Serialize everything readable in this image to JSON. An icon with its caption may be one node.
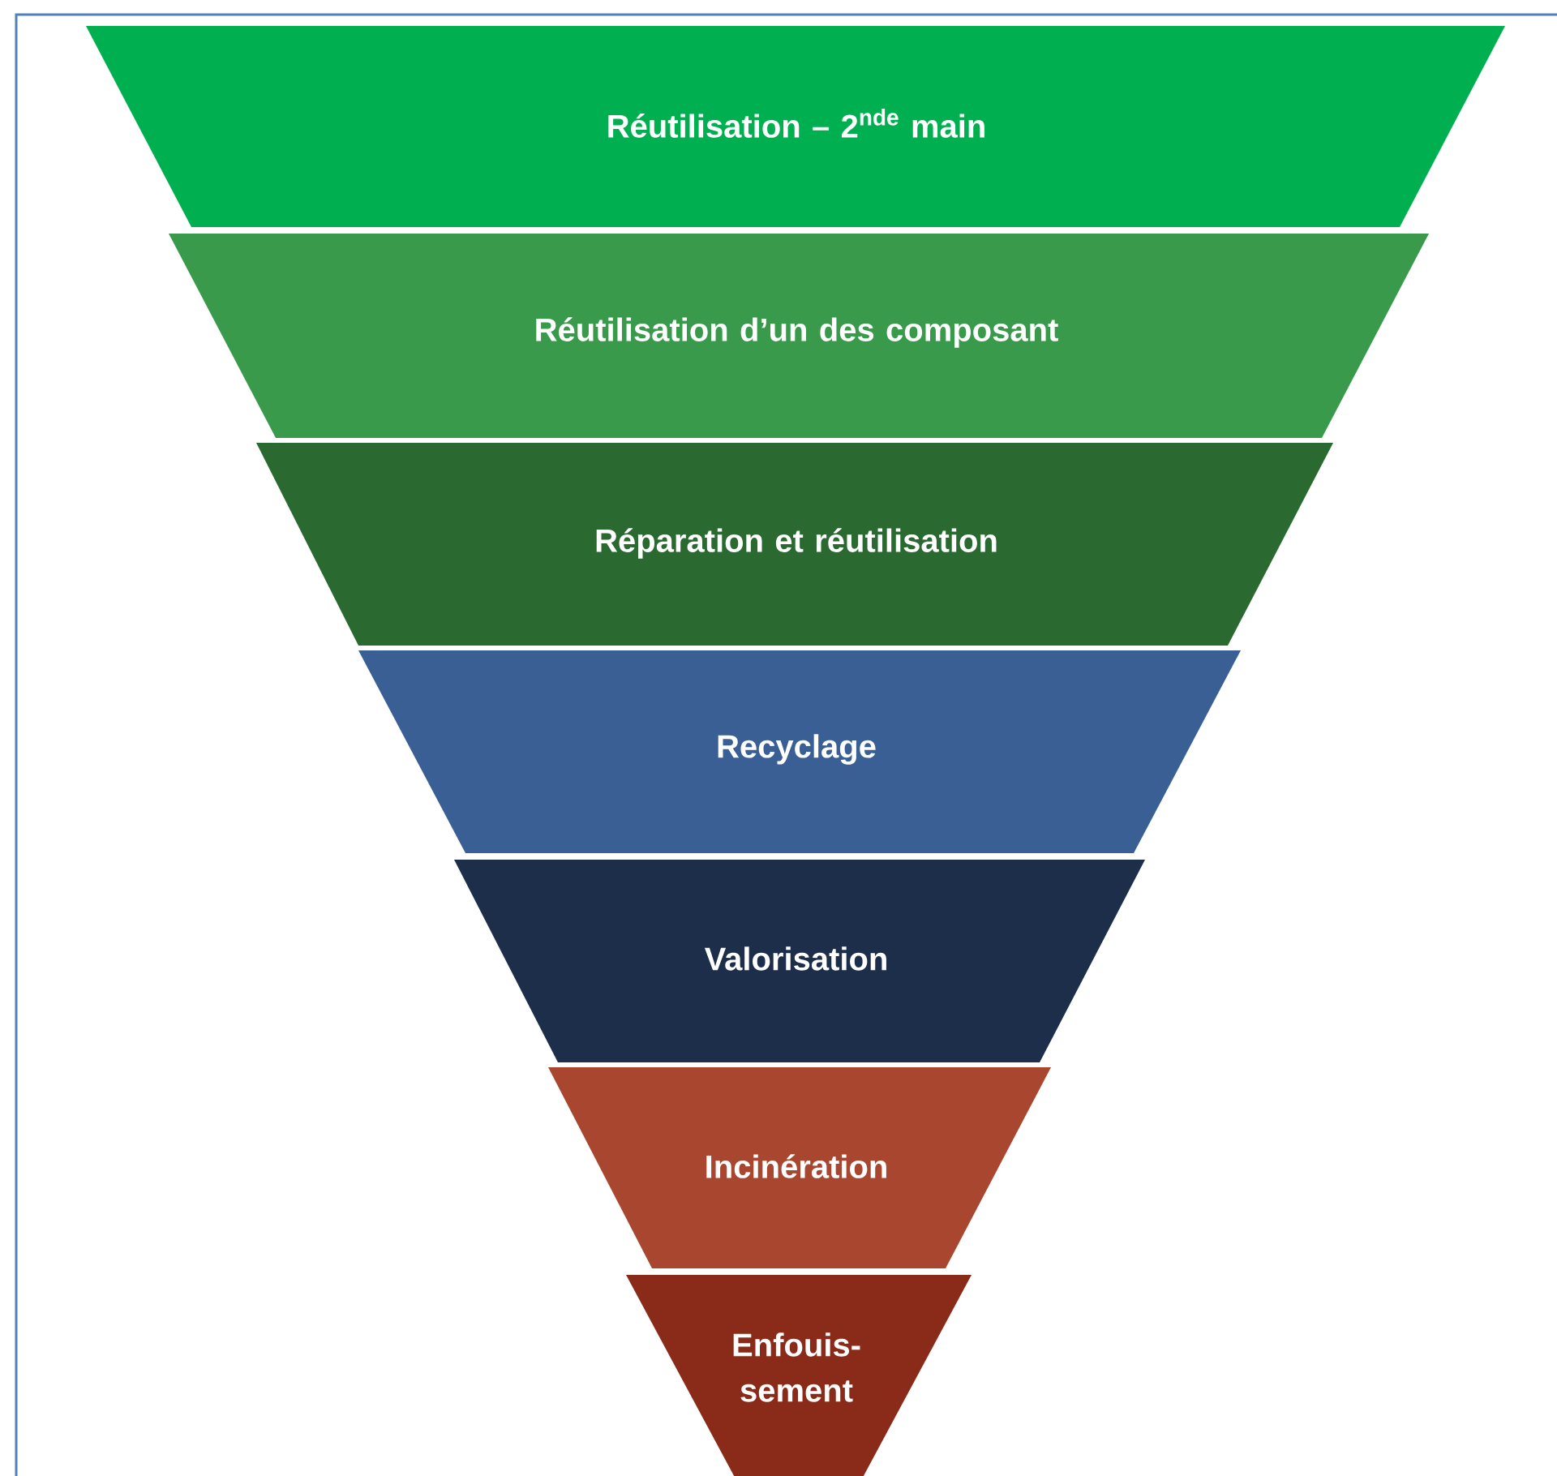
{
  "diagram": {
    "nodes": [
      {
        "text": [
          "Réutilisation – 2$^{nde}$ main"
        ]
      },
      {
        "text": [
          "Réutilisation d’un des composant"
        ]
      },
      {
        "text": [
          "Réparation et réutilisation"
        ]
      },
      {
        "text": [
          "Recyclage"
        ]
      },
      {
        "text": [
          "Valorisation"
        ]
      },
      {
        "text": [
          "Incinération"
        ]
      },
      {
        "text": [
          "Enfouis- sement"
        ]
      }
    ]
  }
}
